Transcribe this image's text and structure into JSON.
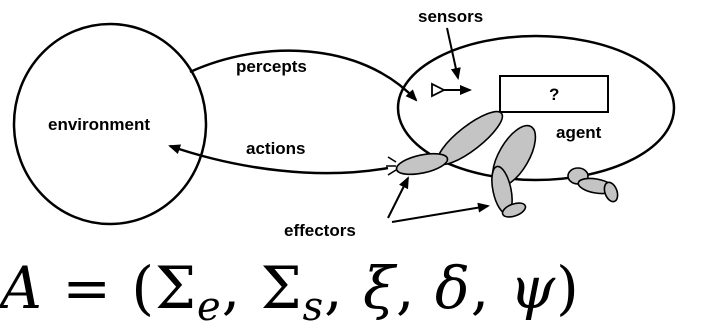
{
  "labels": {
    "sensors": "sensors",
    "percepts": "percepts",
    "environment": "environment",
    "question": "?",
    "agent": "agent",
    "actions": "actions",
    "effectors": "effectors"
  },
  "formula": {
    "lhs": "A",
    "eq": "=",
    "open": "(",
    "sigma1": "Σ",
    "sub1": "e",
    "comma1": ",",
    "sigma2": "Σ",
    "sub2": "s",
    "comma2": ",",
    "xi": "ξ",
    "comma3": ",",
    "delta": "δ",
    "comma4": ",",
    "psi": "ψ",
    "close": ")"
  }
}
